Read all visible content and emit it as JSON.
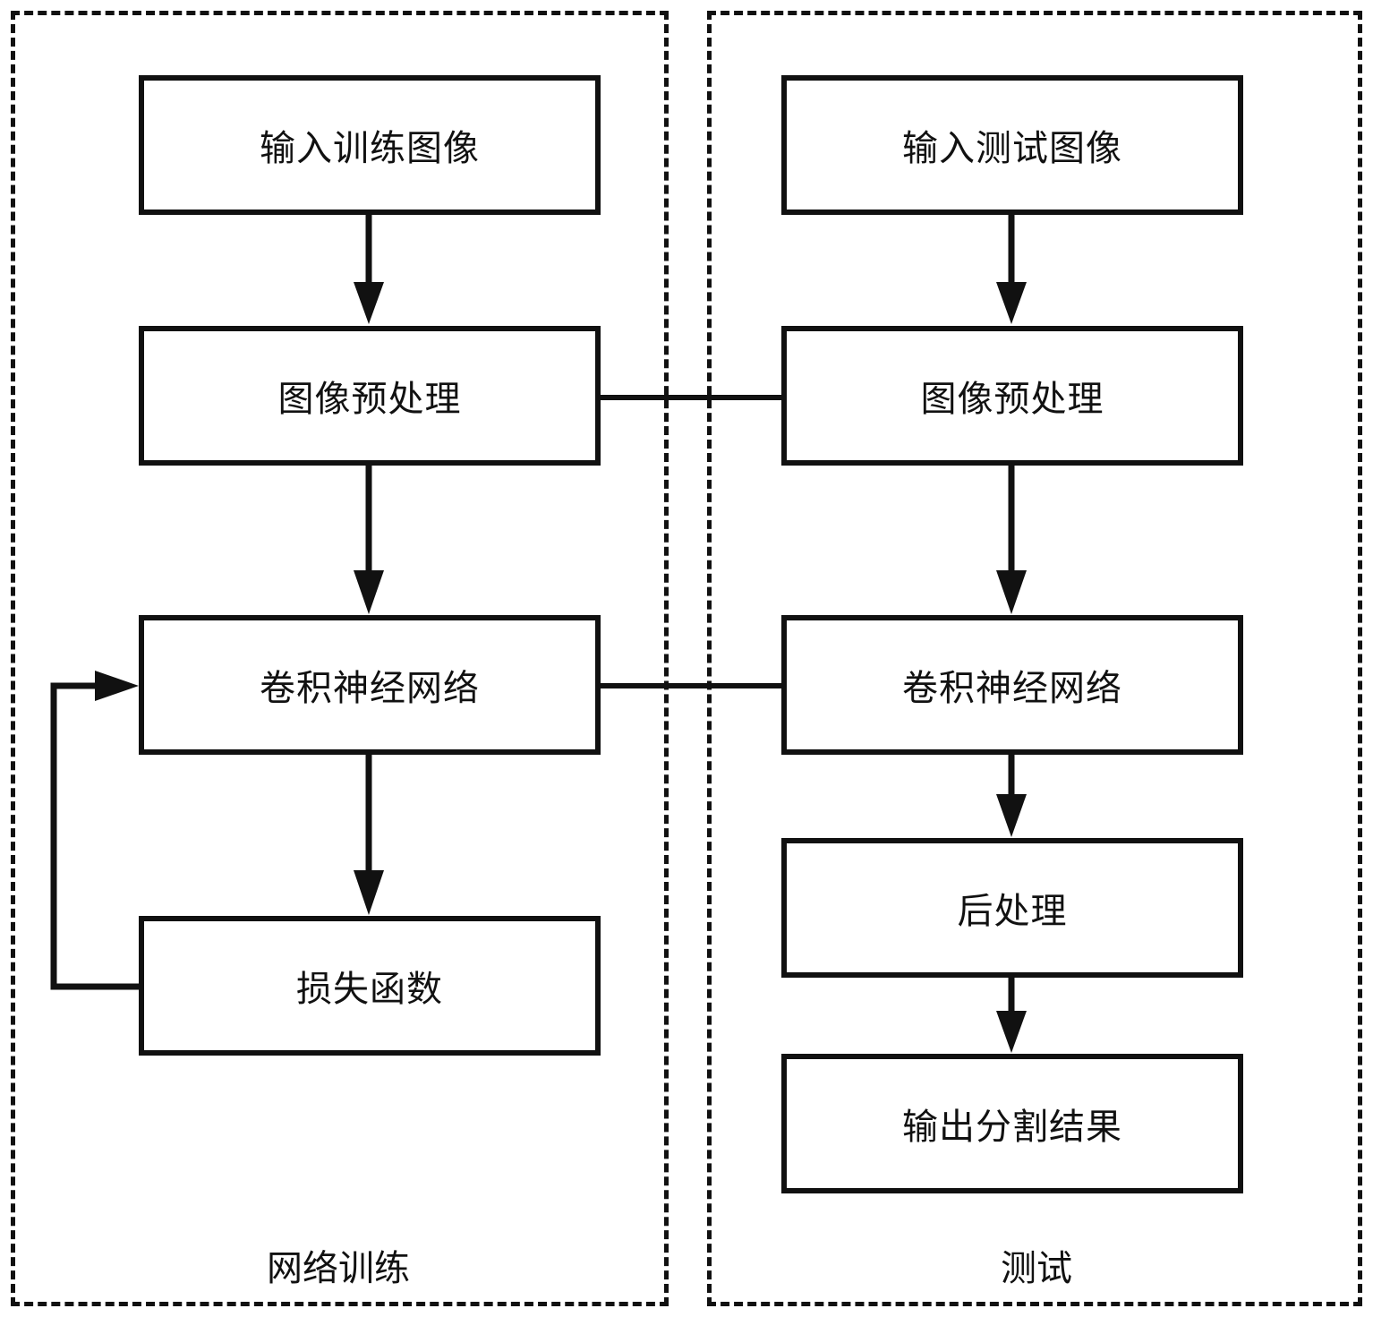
{
  "groups": {
    "training": {
      "label": "网络训练"
    },
    "testing": {
      "label": "测试"
    }
  },
  "training_steps": [
    {
      "label": "输入训练图像"
    },
    {
      "label": "图像预处理"
    },
    {
      "label": "卷积神经网络"
    },
    {
      "label": "损失函数"
    }
  ],
  "testing_steps": [
    {
      "label": "输入测试图像"
    },
    {
      "label": "图像预处理"
    },
    {
      "label": "卷积神经网络"
    },
    {
      "label": "后处理"
    },
    {
      "label": "输出分割结果"
    }
  ],
  "colors": {
    "stroke": "#111111",
    "background": "#ffffff"
  }
}
